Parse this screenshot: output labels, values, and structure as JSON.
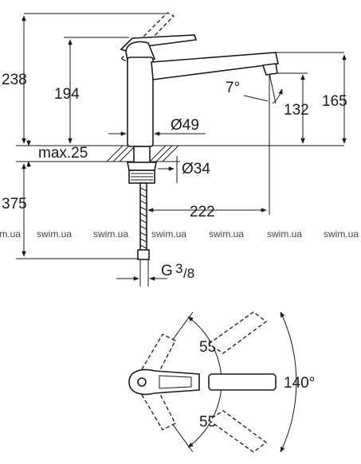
{
  "dimensions": {
    "total_height": "238",
    "spout_height": "194",
    "outlet_height_outer": "165",
    "outlet_height_inner": "132",
    "spout_angle": "7°",
    "body_diameter": "Ø49",
    "max_deck_thickness": "max.25",
    "hole_diameter": "Ø34",
    "spout_reach": "222",
    "hose_length": "375",
    "connection": "G",
    "connection_size": "3",
    "connection_fraction": "/8"
  },
  "watermark": {
    "items": [
      "swim.ua",
      "swim.ua",
      "swim.ua",
      "swim.ua",
      "swim.ua",
      "swim.ua",
      "swim.ua"
    ]
  },
  "top_view": {
    "angle_upper": "55°",
    "angle_lower": "55°",
    "swivel_range": "140°"
  }
}
